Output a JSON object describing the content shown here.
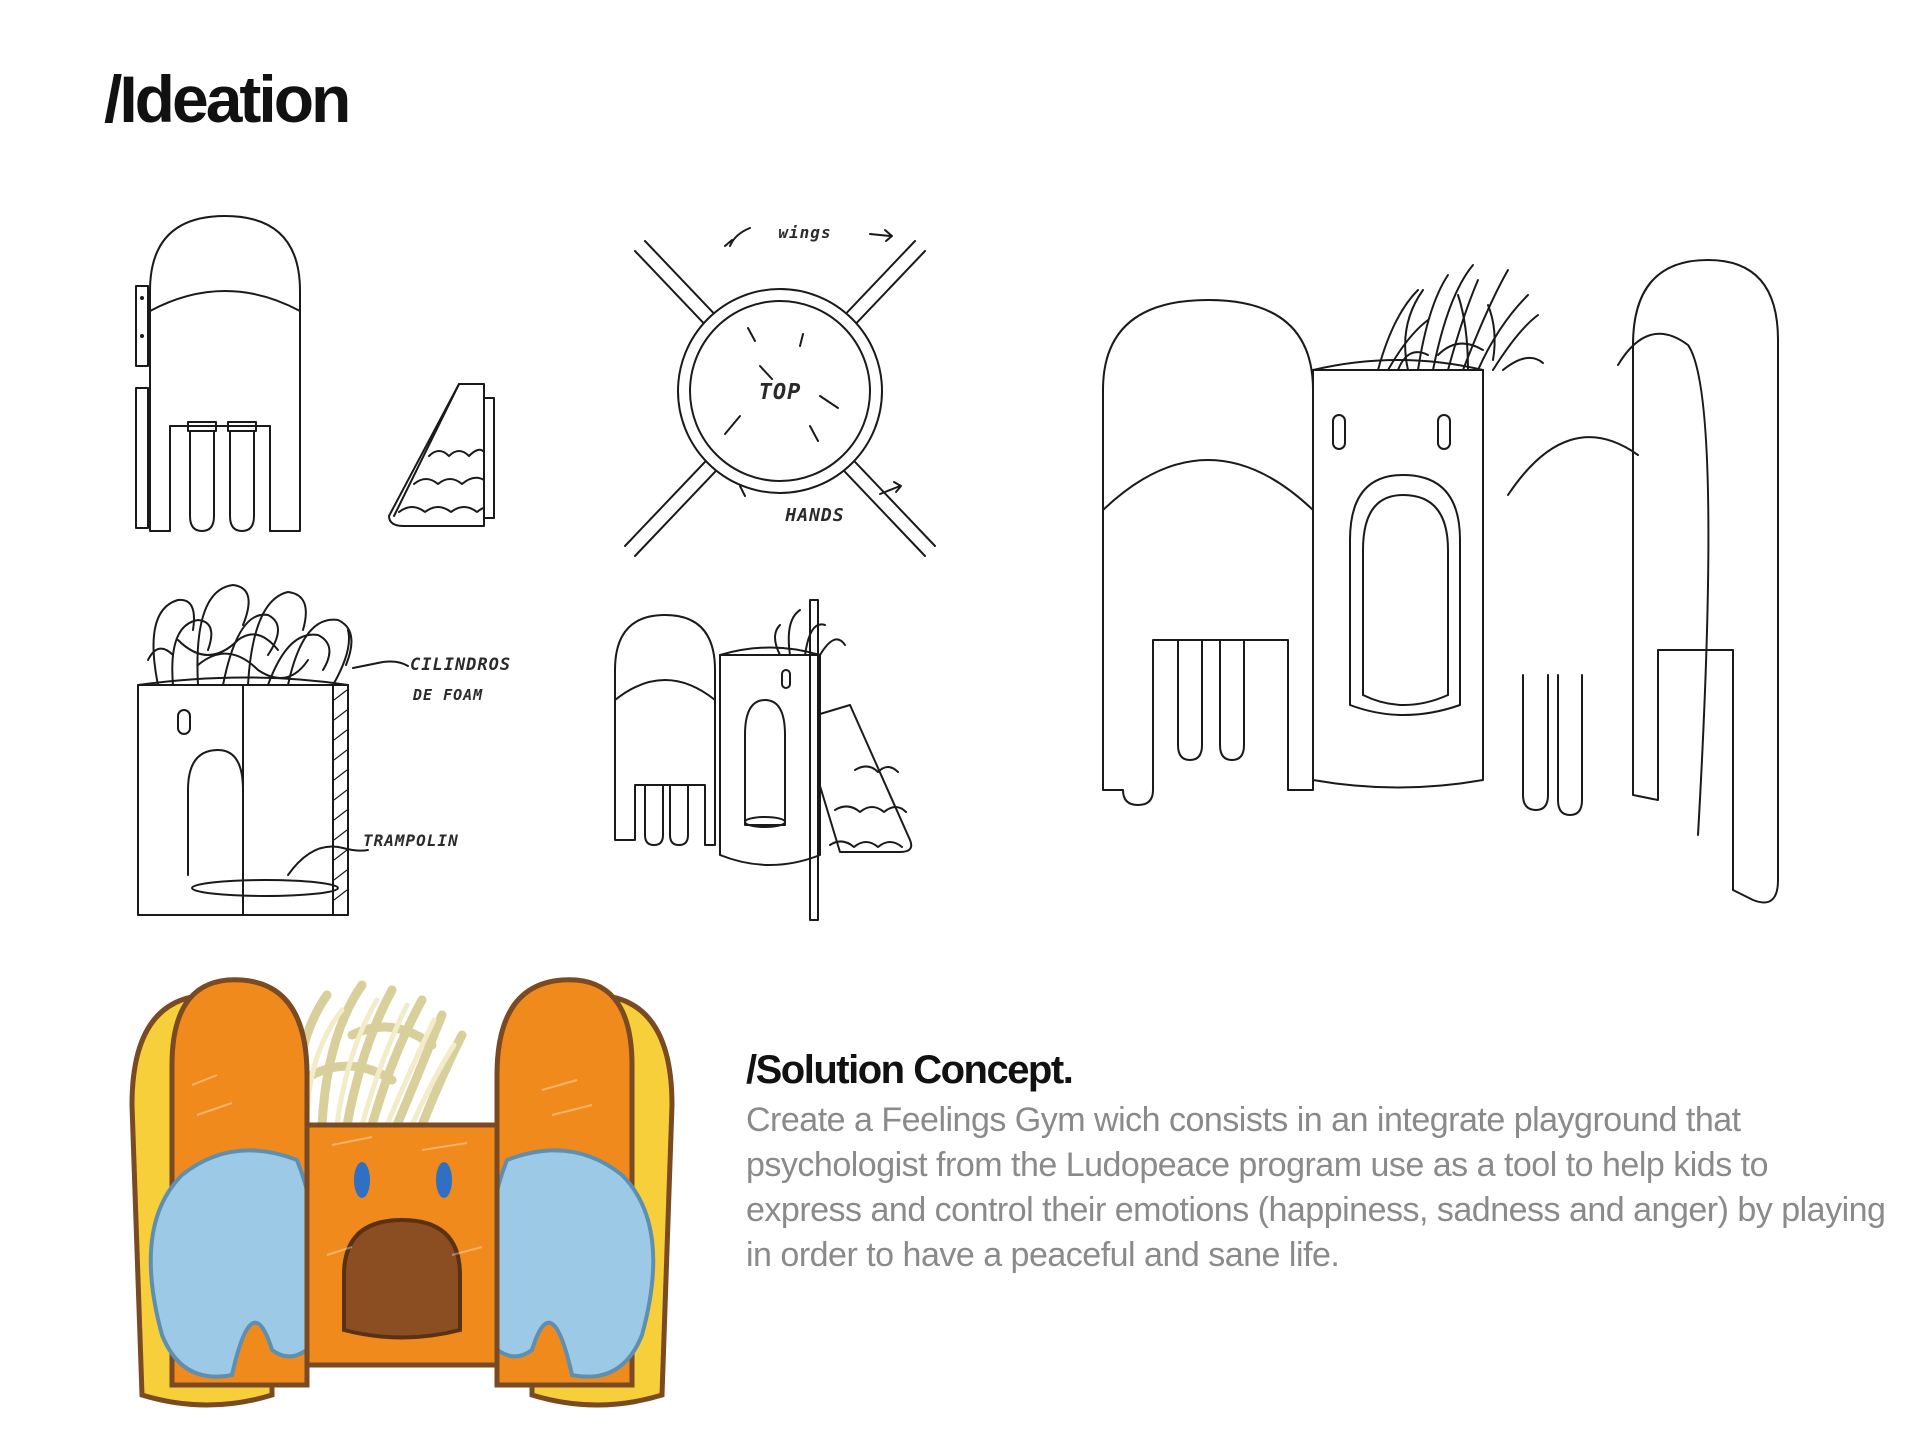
{
  "page": {
    "title": "/Ideation"
  },
  "sketch_annotations": {
    "wings": "wings",
    "top": "TOP",
    "hands": "HANDS",
    "cylinders_line1": "CILINDROS",
    "cylinders_line2": "DE FOAM",
    "trampoline": "TRAMPOLIN"
  },
  "solution": {
    "heading": "/Solution Concept.",
    "body": "Create a Feelings Gym wich consists in an integrate playground that psychologist from the Ludopeace program use as a tool to help kids to express and control their emotions (happiness, sadness and anger) by playing in order to have a peaceful and sane life."
  },
  "colors": {
    "heading": "#111111",
    "body_text": "#8a8a8a",
    "orange": "#f08a1c",
    "yellow": "#f6cf3a",
    "light_blue": "#9cc9e6",
    "brown": "#7a4a22",
    "cream": "#f3ecc8"
  }
}
